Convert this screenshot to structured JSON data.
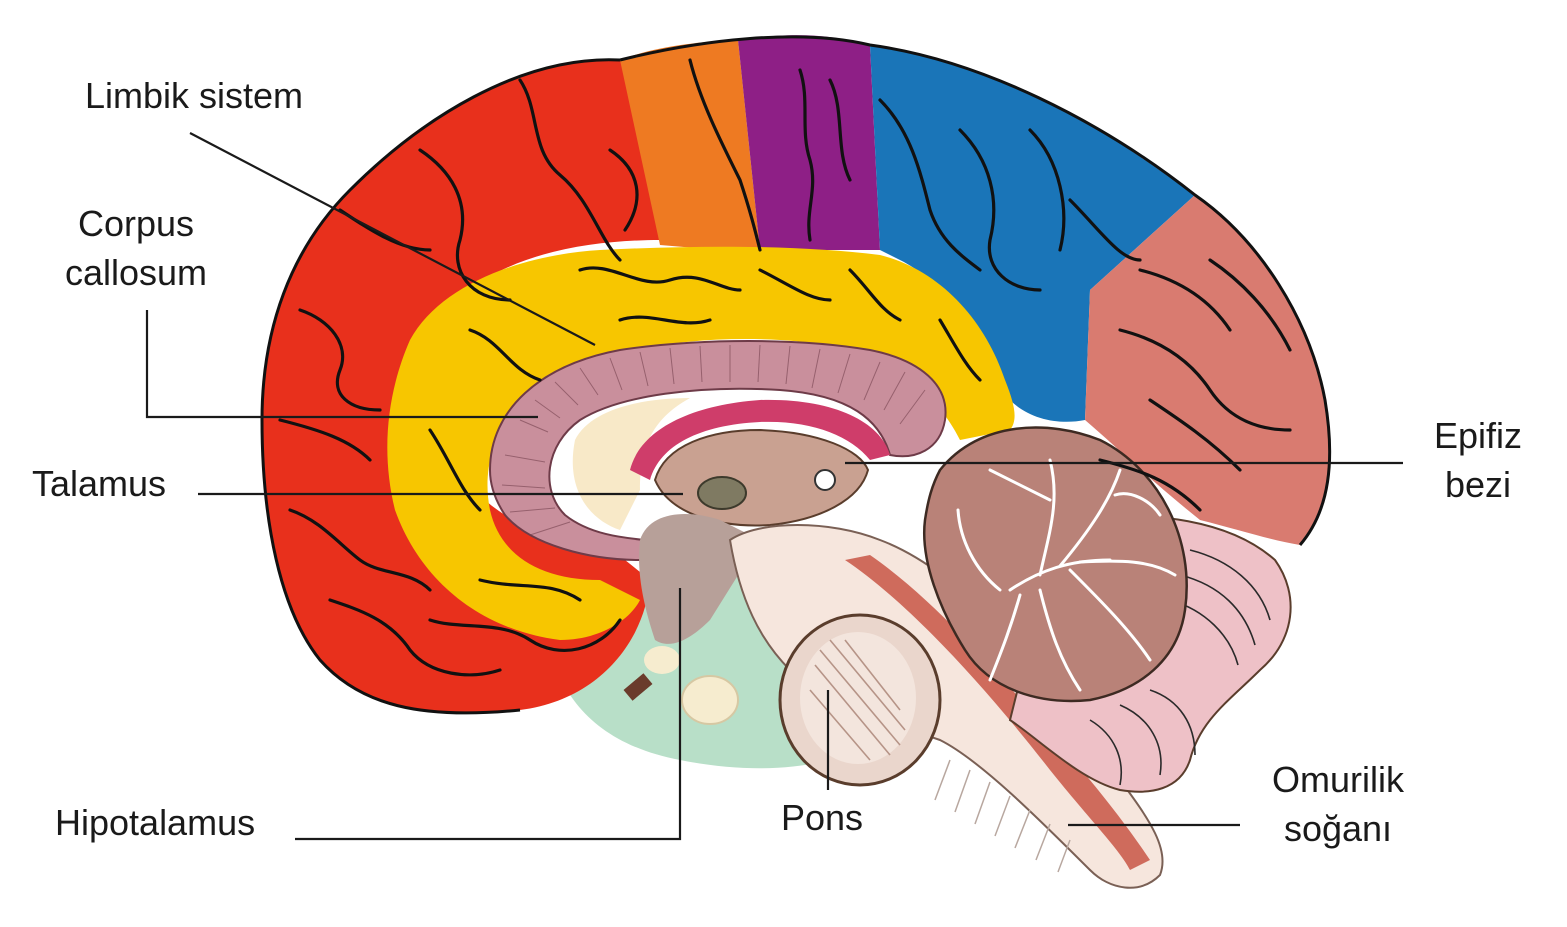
{
  "labels": {
    "limbik_sistem": "Limbik sistem",
    "corpus_line1": "Corpus",
    "corpus_line2": "callosum",
    "talamus": "Talamus",
    "hipotalamus": "Hipotalamus",
    "pons": "Pons",
    "epifiz_line1": "Epifiz",
    "epifiz_line2": "bezi",
    "omurilik_line1": "Omurilik",
    "omurilik_line2": "soğanı"
  },
  "colors": {
    "frontal": "#e8301c",
    "premotor": "#ee7a22",
    "motor": "#8e1f86",
    "parietal": "#1a75b8",
    "occipital": "#d97b70",
    "limbic": "#f7c600",
    "corpus_callosum": "#c98f9c",
    "thalamus": "#c9a191",
    "brainstem": "#f6e6dd",
    "cerebellum": "#b98278",
    "cerebellum_outer": "#eec1c7",
    "hypothalamus_area": "#b7a099",
    "base": "#b8dfc8",
    "ink": "#1a1a1a"
  }
}
